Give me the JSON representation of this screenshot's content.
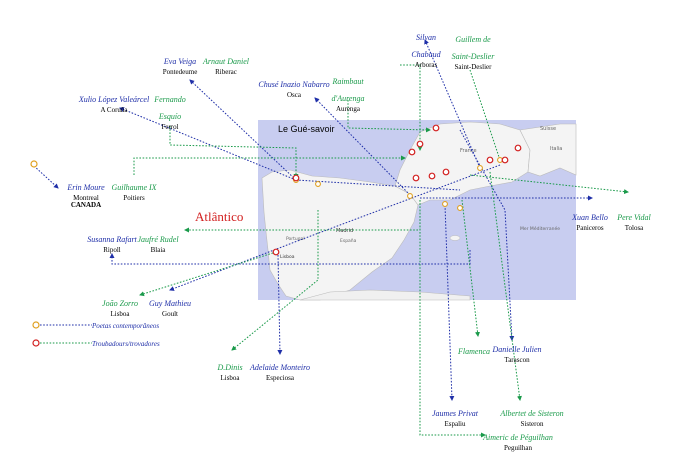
{
  "map": {
    "ocean_label": "Atlântico",
    "corner_label": "Le Gué-savoir",
    "regions": [
      "Madrid",
      "España",
      "France",
      "Suisse",
      "Italia",
      "Mer Méditerranée",
      "Portugal",
      "Lisboa"
    ]
  },
  "poets": [
    {
      "name": "Eva Veiga",
      "place": "Pontedeume",
      "color": "blue"
    },
    {
      "name": "Arnaut Daniel",
      "place": "Riberac",
      "color": "green"
    },
    {
      "name": "Silvan Chabaud",
      "place": "Arboras",
      "color": "blue"
    },
    {
      "name": "Guillem de Saint-Deslier",
      "place": "Saint-Deslier",
      "color": "green"
    },
    {
      "name": "Xulio López Valeárcel",
      "place": "A Coruña",
      "color": "blue"
    },
    {
      "name": "Fernando Esquío",
      "place": "Ferrol",
      "color": "green"
    },
    {
      "name": "Chusé Inazio Nabarro",
      "place": "Osca",
      "color": "blue"
    },
    {
      "name": "Raimbaut d'Aurenga",
      "place": "Aurenga",
      "color": "green"
    },
    {
      "name": "Erin Moure",
      "place": "Montreal",
      "place2": "CANADA",
      "color": "blue"
    },
    {
      "name": "Guilhaume IX",
      "place": "Poitiers",
      "color": "green"
    },
    {
      "name": "Xuan Bello",
      "place": "Paniceros",
      "color": "blue"
    },
    {
      "name": "Pere Vidal",
      "place": "Tolosa",
      "color": "green"
    },
    {
      "name": "Susanna Rafart",
      "place": "Ripoll",
      "color": "blue"
    },
    {
      "name": "Jaufré Rudel",
      "place": "Blaia",
      "color": "green"
    },
    {
      "name": "João Zorro",
      "place": "Lisboa",
      "color": "green"
    },
    {
      "name": "Guy Mathieu",
      "place": "Goult",
      "color": "blue"
    },
    {
      "name": "D.Dinis",
      "place": "Lisboa",
      "color": "green"
    },
    {
      "name": "Adelaide Monteiro",
      "place": "Especiosa",
      "color": "blue"
    },
    {
      "name": "Flamenca",
      "place": "",
      "color": "green"
    },
    {
      "name": "Danielle Julien",
      "place": "Tarascon",
      "color": "blue"
    },
    {
      "name": "Jaumes Privat",
      "place": "Espaliu",
      "color": "blue"
    },
    {
      "name": "Albertet de Sisteron",
      "place": "Sisteron",
      "color": "green"
    },
    {
      "name": "Aimeric de Péguilhan",
      "place": "Peguilhan",
      "color": "green"
    }
  ],
  "legend": [
    {
      "label": "Poetas contemporâneos",
      "color": "#1f2fa8",
      "marker": "#e0a020"
    },
    {
      "label": "Troubadours/trovadores",
      "color": "#1a9a4a",
      "marker": "#d21f1f"
    }
  ]
}
